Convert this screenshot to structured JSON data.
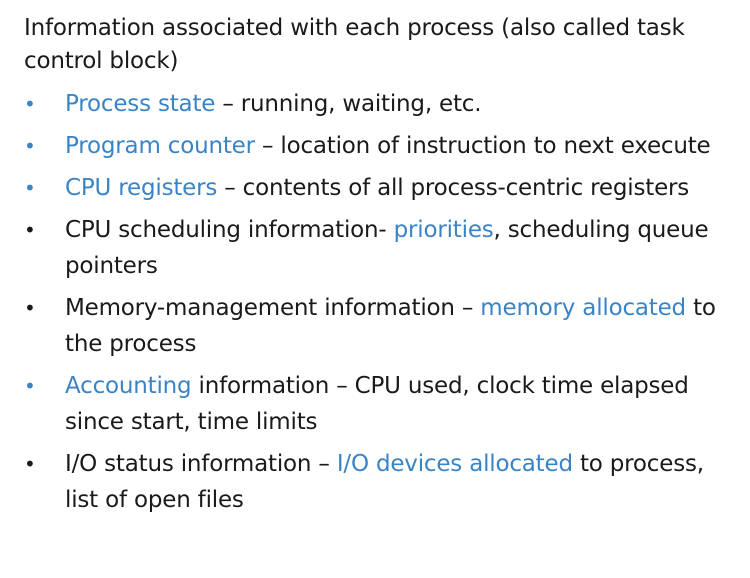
{
  "intro": "Information associated with each process (also called task control block)",
  "bullet_glyph": "•",
  "colors": {
    "accent": "#3A84C6",
    "text": "#1a1a1a"
  },
  "bullets": [
    {
      "pre": "",
      "hl": "Process state",
      "post": " – running, waiting, etc.",
      "bullet_color": "blue"
    },
    {
      "pre": "",
      "hl": "Program counter",
      "post": " – location of instruction to next execute",
      "bullet_color": "blue"
    },
    {
      "pre": "",
      "hl": "CPU registers",
      "post": " – contents of all process-centric registers",
      "bullet_color": "blue"
    },
    {
      "pre": "CPU scheduling information- ",
      "hl": "priorities",
      "post": ", scheduling queue pointers",
      "bullet_color": "black"
    },
    {
      "pre": "Memory-management information – ",
      "hl": "memory allocated",
      "post": " to the process",
      "bullet_color": "black"
    },
    {
      "pre": "",
      "hl": "Accounting",
      "post": " information – CPU used, clock time elapsed since start, time limits",
      "bullet_color": "blue"
    },
    {
      "pre": "I/O status information – ",
      "hl": "I/O devices allocated",
      "post": " to process, list of open files",
      "bullet_color": "black"
    }
  ]
}
